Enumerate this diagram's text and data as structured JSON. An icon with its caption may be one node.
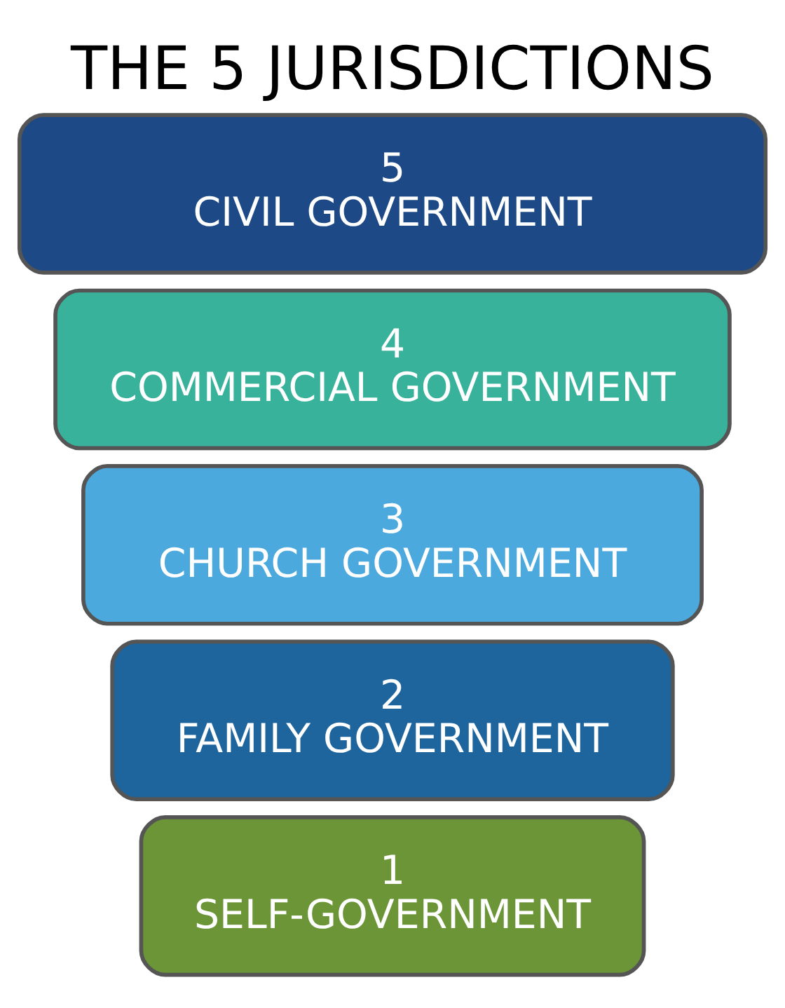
{
  "diagram": {
    "title": "THE 5 JURISDICTIONS",
    "nodes": [
      {
        "text": [
          "5",
          "CIVIL GOVERNMENT"
        ]
      },
      {
        "text": [
          "4",
          "COMMERCIAL GOVERNMENT"
        ]
      },
      {
        "text": [
          "3",
          "CHURCH GOVERNMENT"
        ]
      },
      {
        "text": [
          "2",
          "FAMILY GOVERNMENT"
        ]
      },
      {
        "text": [
          "1",
          "SELF-GOVERNMENT"
        ]
      }
    ],
    "edges": []
  }
}
